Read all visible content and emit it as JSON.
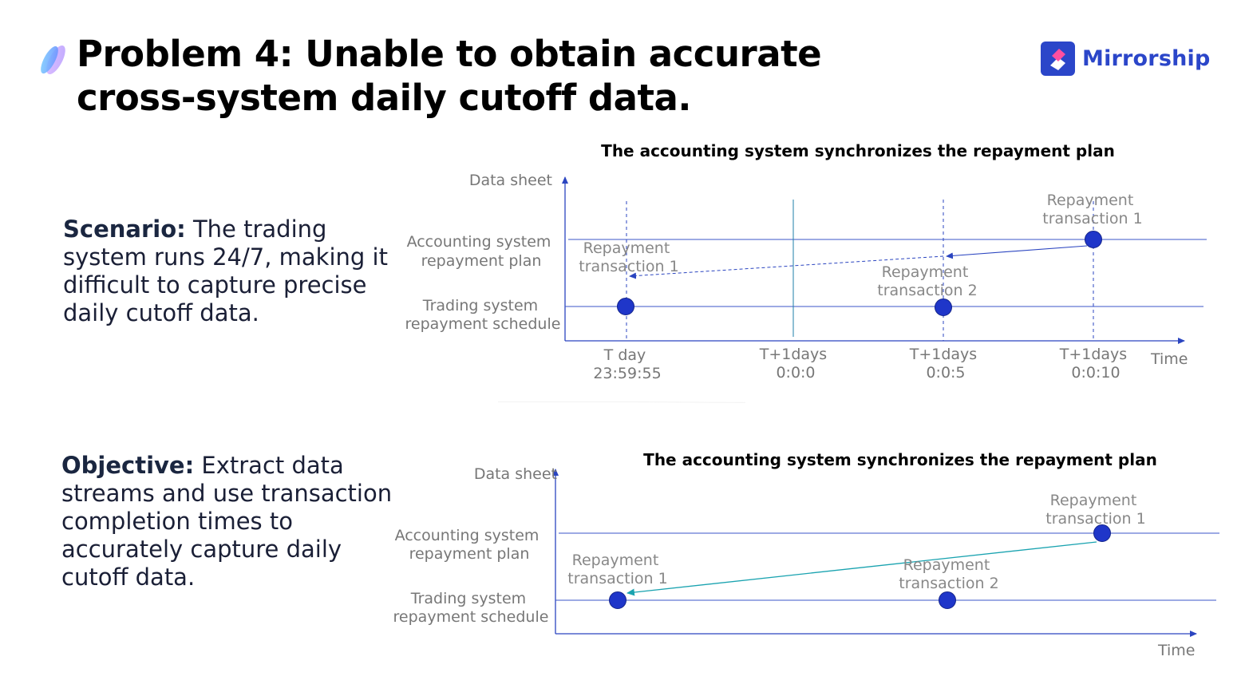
{
  "header": {
    "title": "Problem 4: Unable to obtain accurate cross-system daily cutoff data.",
    "brand": "Mirrorship",
    "colors": {
      "brand": "#2b46c9",
      "text": "#000000"
    },
    "title_icon": "feather-icon",
    "brand_icon": "mirrorship-logo"
  },
  "scenario": {
    "label": "Scenario:",
    "text": " The trading system runs 24/7, making it difficult to capture precise daily cutoff data."
  },
  "objective": {
    "label": "Objective:",
    "text": " Extract data streams and use transaction completion times to accurately capture daily cutoff data."
  },
  "diagram_top": {
    "title": "The accounting system synchronizes the repayment plan",
    "y_axis_label": "Data sheet",
    "x_axis_label": "Time",
    "lane_accounting": [
      "Accounting system",
      "repayment plan"
    ],
    "lane_trading": [
      "Trading system",
      "repayment schedule"
    ],
    "ticks": [
      {
        "line1": "T day",
        "line2": "23:59:55"
      },
      {
        "line1": "T+1days",
        "line2": "0:0:0"
      },
      {
        "line1": "T+1days",
        "line2": "0:0:5"
      },
      {
        "line1": "T+1days",
        "line2": "0:0:10"
      }
    ],
    "labels": {
      "acct_tx1": [
        "Repayment",
        "transaction 1"
      ],
      "trade_tx1": [
        "Repayment",
        "transaction 1"
      ],
      "trade_tx2": [
        "Repayment",
        "transaction 2"
      ]
    },
    "colors": {
      "axis": "#2b45c0",
      "dot": "#1f36c9",
      "vline": "#1e7fa8"
    }
  },
  "diagram_bottom": {
    "title": "The accounting system synchronizes the repayment plan",
    "y_axis_label": "Data sheet",
    "x_axis_label": "Time",
    "lane_accounting": [
      "Accounting system",
      "repayment plan"
    ],
    "lane_trading": [
      "Trading system",
      "repayment schedule"
    ],
    "labels": {
      "acct_tx1": [
        "Repayment",
        "transaction 1"
      ],
      "trade_tx1": [
        "Repayment",
        "transaction 1"
      ],
      "trade_tx2": [
        "Repayment",
        "transaction 2"
      ]
    },
    "colors": {
      "axis": "#2b45c0",
      "dot": "#1f36c9",
      "arrow": "#1aa3b0"
    }
  }
}
